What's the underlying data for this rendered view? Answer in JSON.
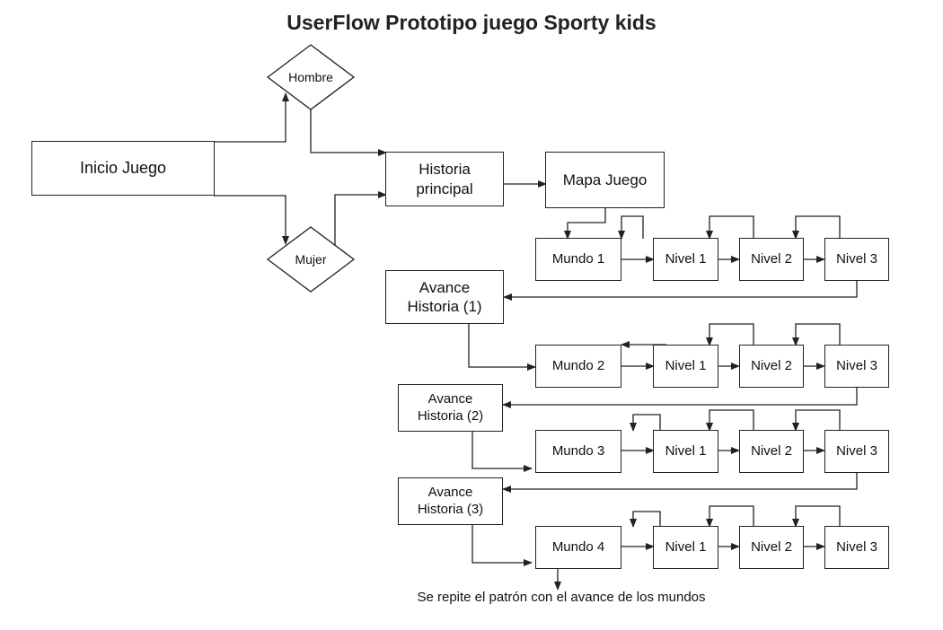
{
  "title": "UserFlow Prototipo juego Sporty kids",
  "footer_note": "Se repite el patrón con el avance de los mundos",
  "nodes": {
    "inicio": "Inicio Juego",
    "hombre": "Hombre",
    "mujer": "Mujer",
    "historia": "Historia\nprincipal",
    "mapa": "Mapa Juego",
    "avance1": "Avance\nHistoria (1)",
    "avance2": "Avance\nHistoria (2)",
    "avance3": "Avance\nHistoria (3)",
    "rows": [
      {
        "mundo": "Mundo 1",
        "n1": "Nivel 1",
        "n2": "Nivel 2",
        "n3": "Nivel 3"
      },
      {
        "mundo": "Mundo 2",
        "n1": "Nivel 1",
        "n2": "Nivel 2",
        "n3": "Nivel 3"
      },
      {
        "mundo": "Mundo 3",
        "n1": "Nivel 1",
        "n2": "Nivel 2",
        "n3": "Nivel 3"
      },
      {
        "mundo": "Mundo 4",
        "n1": "Nivel 1",
        "n2": "Nivel 2",
        "n3": "Nivel 3"
      }
    ]
  },
  "colors": {
    "line": "#222222",
    "text": "#111111",
    "background": "#ffffff"
  }
}
